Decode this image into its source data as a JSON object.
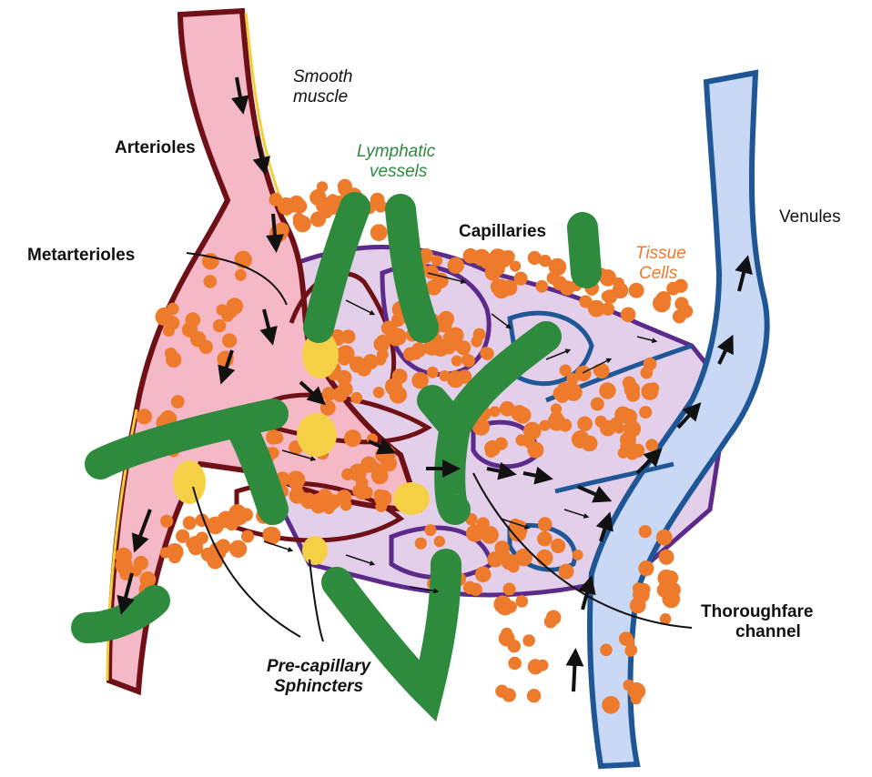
{
  "labels": {
    "smooth_muscle_line1": "Smooth",
    "smooth_muscle_line2": "muscle",
    "arterioles": "Arterioles",
    "lymphatic_line1": "Lymphatic",
    "lymphatic_line2": "vessels",
    "capillaries": "Capillaries",
    "tissue_line1": "Tissue",
    "tissue_line2": "Cells",
    "venules": "Venules",
    "metarterioles": "Metarterioles",
    "thoroughfare_line1": "Thoroughfare",
    "thoroughfare_line2": "channel",
    "sphincters_line1": "Pre-capillary",
    "sphincters_line2": "Sphincters"
  },
  "colors": {
    "arteriole_fill": "#f4b8c6",
    "arteriole_wall": "#6e1016",
    "smooth_muscle": "#f2cf3a",
    "capillary_fill": "#e3cfe9",
    "capillary_wall": "#5b2a8a",
    "venule_fill": "#c9d9f5",
    "venule_wall": "#1e5696",
    "lymphatic": "#2e8b3e",
    "tissue_cells": "#ee7a2c",
    "sphincter": "#f5d046",
    "flow_arrow": "#111111",
    "lymphatic_text": "#2e8b3e",
    "tissue_text": "#ee7a2c"
  }
}
